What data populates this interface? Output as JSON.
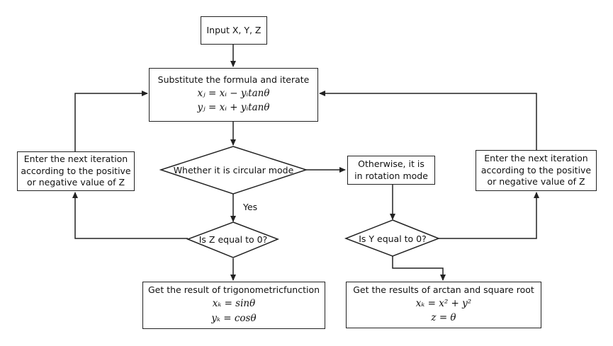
{
  "start": {
    "label": "Input X, Y, Z"
  },
  "iterate": {
    "title": "Substitute the formula and iterate",
    "formula_1": "xⱼ = xᵢ − yᵢtanθ",
    "formula_2": "yⱼ = xᵢ + yᵢtanθ"
  },
  "decision_mode": {
    "label": "Whether it is circular mode"
  },
  "rotation_mode": {
    "line_1": "Otherwise, it is",
    "line_2": "in rotation mode"
  },
  "decision_z": {
    "label": "Is Z equal to 0?"
  },
  "decision_y": {
    "label": "Is Y equal to 0?"
  },
  "left_loop": {
    "line_1": "Enter the next iteration",
    "line_2": "according to the positive",
    "line_3": "or negative value of Z"
  },
  "right_loop": {
    "line_1": "Enter the next iteration",
    "line_2": "according to the positive",
    "line_3": "or negative value of Z"
  },
  "result_trig": {
    "title": "Get the result of trigonometricfunction",
    "formula_1": "xₖ = sinθ",
    "formula_2": "yₖ = cosθ"
  },
  "result_arctan": {
    "title": "Get the results of arctan and square root",
    "formula_1": "xₖ = x² + y²",
    "formula_2": "z = θ"
  },
  "edge_yes": {
    "label": "Yes"
  }
}
